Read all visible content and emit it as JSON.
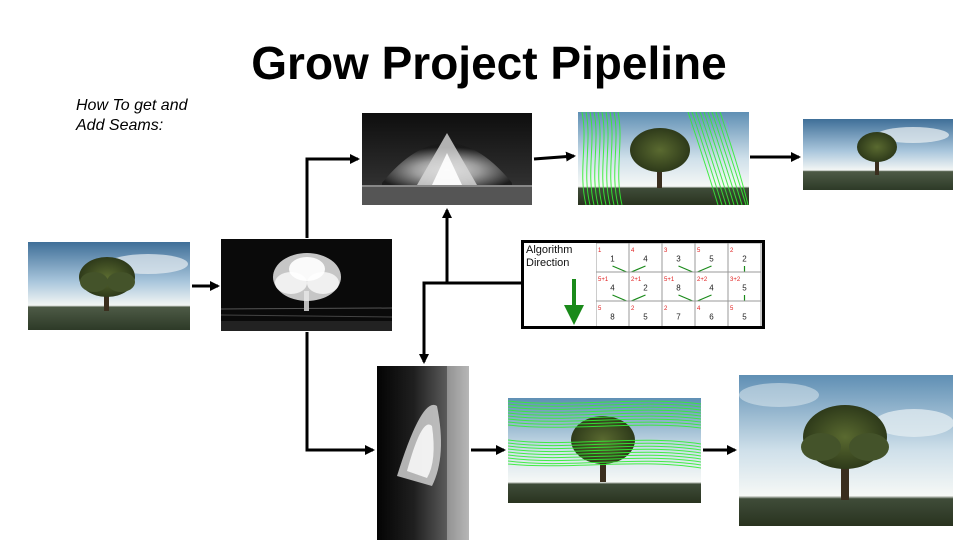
{
  "title": "Grow Project Pipeline",
  "note_lines": [
    "How To get and",
    "Add Seams:"
  ],
  "algorithm_box": {
    "label_lines": [
      "Algorithm",
      "Direction"
    ],
    "grid_rows": [
      [
        "1",
        "4",
        "3",
        "5",
        "2"
      ],
      [
        "4",
        "2",
        "8",
        "4",
        "5"
      ],
      [
        "8",
        "5",
        "7",
        "6",
        "5"
      ]
    ],
    "cumulative_marks": [
      [
        "1",
        "4",
        "3",
        "5",
        "2"
      ],
      [
        "5+1",
        "2+1",
        "5+1",
        "2+2",
        "3+2"
      ],
      [
        "5",
        "2",
        "2",
        "4",
        "5"
      ]
    ]
  },
  "colors": {
    "seam_green": "#33ee33",
    "direction_arrow": "#1a8a1a",
    "arrow": "#000000"
  }
}
